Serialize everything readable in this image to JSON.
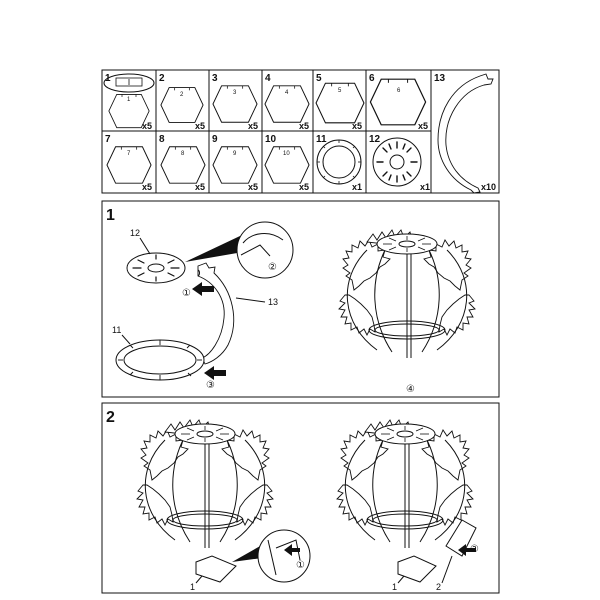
{
  "parts": [
    {
      "num": "1",
      "label": "1",
      "qty": "x5"
    },
    {
      "num": "2",
      "label": "2",
      "qty": "x5"
    },
    {
      "num": "3",
      "label": "3",
      "qty": "x5"
    },
    {
      "num": "4",
      "label": "4",
      "qty": "x5"
    },
    {
      "num": "5",
      "label": "5",
      "qty": "x5"
    },
    {
      "num": "6",
      "label": "6",
      "qty": "x5"
    },
    {
      "num": "13",
      "label": "",
      "qty": "x10"
    },
    {
      "num": "7",
      "label": "7",
      "qty": "x5"
    },
    {
      "num": "8",
      "label": "8",
      "qty": "x5"
    },
    {
      "num": "9",
      "label": "9",
      "qty": "x5"
    },
    {
      "num": "10",
      "label": "10",
      "qty": "x5"
    },
    {
      "num": "11",
      "label": "",
      "qty": "x1"
    },
    {
      "num": "12",
      "label": "",
      "qty": "x1"
    }
  ],
  "steps": [
    {
      "number": "1",
      "callouts": [
        "12",
        "13",
        "11"
      ],
      "markers": [
        "①",
        "②",
        "③",
        "④"
      ]
    },
    {
      "number": "2",
      "callouts": [
        "1",
        "1",
        "2"
      ],
      "markers": [
        "①",
        "②"
      ]
    }
  ]
}
